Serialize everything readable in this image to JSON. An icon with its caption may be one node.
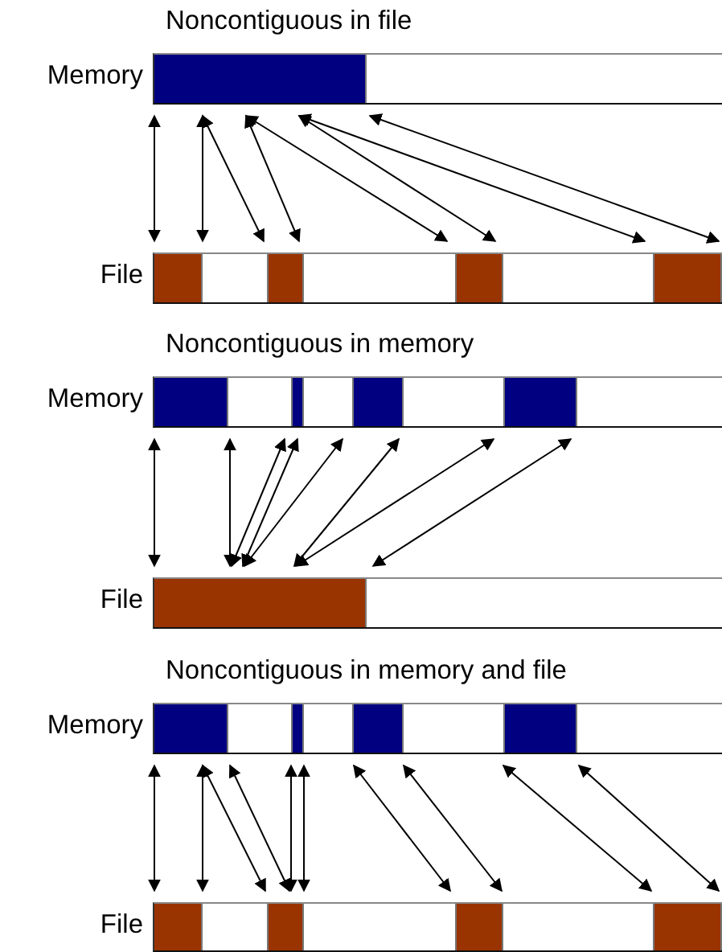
{
  "diagram": {
    "nodes": [
      {
        "text": [],
        "shape": "bar",
        "beside": [
          "Memory"
        ]
      },
      {
        "text": [],
        "shape": "bar",
        "beside": [
          "File"
        ]
      },
      {
        "text": [],
        "shape": "bar",
        "beside": [
          "Memory"
        ]
      },
      {
        "text": [],
        "shape": "bar",
        "beside": [
          "File"
        ]
      },
      {
        "text": [],
        "shape": "bar",
        "beside": [
          "Memory"
        ]
      },
      {
        "text": [],
        "shape": "bar",
        "beside": [
          "File"
        ]
      }
    ],
    "edges": [
      {
        "from": 0,
        "to": 1,
        "arrow": "both"
      },
      {
        "from": 0,
        "to": 1,
        "arrow": "both"
      },
      {
        "from": 0,
        "to": 1,
        "arrow": "both"
      },
      {
        "from": 0,
        "to": 1,
        "arrow": "both"
      },
      {
        "from": 0,
        "to": 1,
        "arrow": "both"
      },
      {
        "from": 0,
        "to": 1,
        "arrow": "both"
      },
      {
        "from": 0,
        "to": 1,
        "arrow": "both"
      },
      {
        "from": 0,
        "to": 1,
        "arrow": "both"
      },
      {
        "from": 2,
        "to": 3,
        "arrow": "both"
      },
      {
        "from": 2,
        "to": 3,
        "arrow": "both"
      },
      {
        "from": 2,
        "to": 3,
        "arrow": "both"
      },
      {
        "from": 2,
        "to": 3,
        "arrow": "both"
      },
      {
        "from": 2,
        "to": 3,
        "arrow": "both"
      },
      {
        "from": 2,
        "to": 3,
        "arrow": "both"
      },
      {
        "from": 2,
        "to": 3,
        "arrow": "both"
      },
      {
        "from": 2,
        "to": 3,
        "arrow": "both"
      },
      {
        "from": 4,
        "to": 5,
        "arrow": "both"
      },
      {
        "from": 4,
        "to": 5,
        "arrow": "both"
      },
      {
        "from": 4,
        "to": 5,
        "arrow": "both"
      },
      {
        "from": 4,
        "to": 5,
        "arrow": "both"
      },
      {
        "from": 4,
        "to": 5,
        "arrow": "both"
      },
      {
        "from": 4,
        "to": 5,
        "arrow": "both"
      },
      {
        "from": 4,
        "to": 5,
        "arrow": "both"
      },
      {
        "from": 4,
        "to": 5,
        "arrow": "both"
      },
      {
        "from": 4,
        "to": 5,
        "arrow": "both"
      },
      {
        "from": 4,
        "to": 5,
        "arrow": "both"
      }
    ],
    "labels": [
      "Noncontiguous in file",
      "Noncontiguous in memory",
      "Noncontiguous in memory and file"
    ]
  }
}
